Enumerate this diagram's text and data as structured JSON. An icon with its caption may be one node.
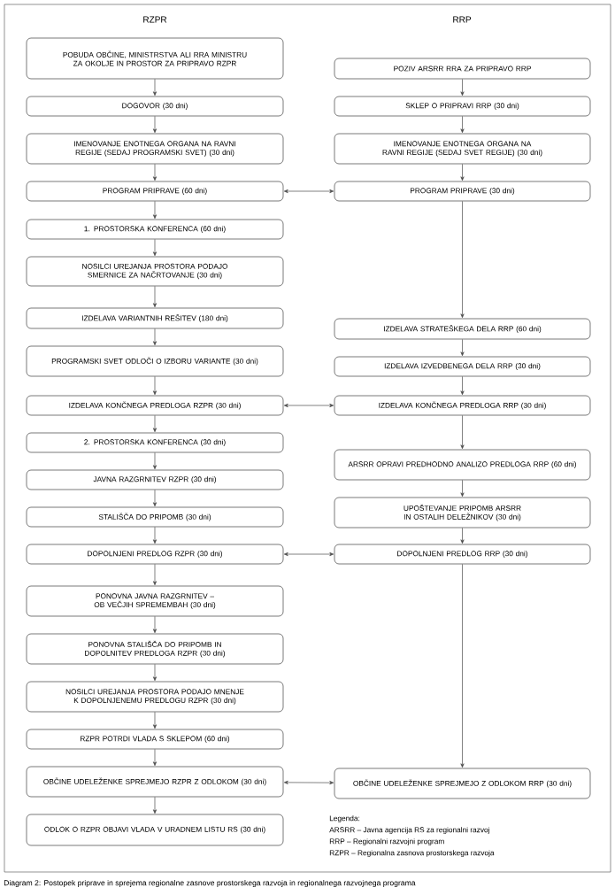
{
  "diagram": {
    "caption": "Diagram 2: Postopek priprave in sprejema regionalne zasnove prostorskega razvoja in regionalnega razvojnega programa",
    "nodes": [
      {
        "text": [
          "POBUDA OBČINE, MINISTRSTVA ALI RRA MINISTRU ZA OKOLJE IN PROSTOR ZA PRIPRAVO RZPR"
        ]
      },
      {
        "text": [
          "DOGOVOR (30 dni)"
        ]
      },
      {
        "text": [
          "IMENOVANJE ENOTNEGA ORGANA NA RAVNI REGIJE (SEDAJ PROGRAMSKI SVET) (30 dni)"
        ]
      },
      {
        "text": [
          "PROGRAM PRIPRAVE (60 dni)"
        ]
      },
      {
        "text": [
          "1. PROSTORSKA KONFERENCA (60 dni)"
        ]
      },
      {
        "text": [
          "NOSILCI UREJANJA PROSTORA PODAJO SMERNICE ZA NAČRTOVANJE (30 dni)"
        ]
      },
      {
        "text": [
          "IZDELAVA VARIANTNIH REŠITEV (180 dni)"
        ]
      },
      {
        "text": [
          "PROGRAMSKI SVET ODLOČI O IZBORU VARIANTE (30 dni)"
        ]
      },
      {
        "text": [
          "IZDELAVA KONČNEGA PREDLOGA RZPR (30 dni)"
        ]
      },
      {
        "text": [
          "2. PROSTORSKA KONFERENCA (30 dni)"
        ]
      },
      {
        "text": [
          "JAVNA RAZGRNITEV RZPR (30 dni)"
        ]
      },
      {
        "text": [
          "STALIŠČA DO PRIPOMB (30 dni)"
        ]
      },
      {
        "text": [
          "DOPOLNJENI PREDLOG RZPR (30 dni)"
        ]
      },
      {
        "text": [
          "PONOVNA JAVNA RAZGRNITEV – OB VEČJIH SPREMEMBAH (30 dni)"
        ]
      },
      {
        "text": [
          "PONOVNA STALIŠČA DO PRIPOMB IN DOPOLNITEV PREDLOGA RZPR (30 dni)"
        ]
      },
      {
        "text": [
          "NOSILCI UREJANJA PROSTORA PODAJO MNENJE K DOPOLNJENEMU PREDLOGU RZPR (30 dni)"
        ]
      },
      {
        "text": [
          "RZPR POTRDI VLADA S SKLEPOM (60 dni)"
        ]
      },
      {
        "text": [
          "OBČINE UDELEŽENKE SPREJMEJO RZPR Z ODLOKOM (30 dni)"
        ]
      },
      {
        "text": [
          "ODLOK O RZPR OBJAVI VLADA V URADNEM LISTU RS (30 dni)"
        ]
      },
      {
        "text": [
          "POZIV ARSRR RRA ZA PRIPRAVO RRP"
        ]
      },
      {
        "text": [
          "SKLEP O PRIPRAVI RRP (30 dni)"
        ]
      },
      {
        "text": [
          "IMENOVANJE ENOTNEGA ORGANA NA RAVNI REGIJE (SEDAJ SVET REGIJE) (30 dni)"
        ]
      },
      {
        "text": [
          "PROGRAM PRIPRAVE (30 dni)"
        ]
      },
      {
        "text": [
          "IZDELAVA STRATEŠKEGA DELA RRP (60 dni)"
        ]
      },
      {
        "text": [
          "IZDELAVA IZVEDBENEGA DELA RRP (30 dni)"
        ]
      },
      {
        "text": [
          "IZDELAVA KONČNEGA PREDLOGA RRP (30 dni)"
        ]
      },
      {
        "text": [
          "ARSRR OPRAVI PREDHODNO ANALIZO PREDLOGA RRP (60 dni)"
        ]
      },
      {
        "text": [
          "UPOŠTEVANJE PRIPOMB ARSRR IN OSTALIH DELEŽNIKOV (30 dni)"
        ]
      },
      {
        "text": [
          "DOPOLNJENI PREDLOG RRP (30 dni)"
        ]
      },
      {
        "text": [
          "OBČINE UDELEŽENKE SPREJMEJO Z ODLOKOM RRP (30 dni)"
        ]
      }
    ],
    "edges": [
      {
        "from": 0,
        "to": 1,
        "arrow": "to"
      },
      {
        "from": 1,
        "to": 2,
        "arrow": "to"
      },
      {
        "from": 2,
        "to": 3,
        "arrow": "to"
      },
      {
        "from": 3,
        "to": 4,
        "arrow": "to"
      },
      {
        "from": 4,
        "to": 5,
        "arrow": "to"
      },
      {
        "from": 5,
        "to": 6,
        "arrow": "to"
      },
      {
        "from": 6,
        "to": 7,
        "arrow": "to"
      },
      {
        "from": 7,
        "to": 8,
        "arrow": "to"
      },
      {
        "from": 8,
        "to": 9,
        "arrow": "to"
      },
      {
        "from": 9,
        "to": 10,
        "arrow": "to"
      },
      {
        "from": 10,
        "to": 11,
        "arrow": "to"
      },
      {
        "from": 11,
        "to": 12,
        "arrow": "to"
      },
      {
        "from": 12,
        "to": 13,
        "arrow": "to"
      },
      {
        "from": 13,
        "to": 14,
        "arrow": "to"
      },
      {
        "from": 14,
        "to": 15,
        "arrow": "to"
      },
      {
        "from": 15,
        "to": 16,
        "arrow": "to"
      },
      {
        "from": 16,
        "to": 17,
        "arrow": "to"
      },
      {
        "from": 17,
        "to": 18,
        "arrow": "to"
      },
      {
        "from": 19,
        "to": 20,
        "arrow": "to"
      },
      {
        "from": 20,
        "to": 21,
        "arrow": "to"
      },
      {
        "from": 21,
        "to": 22,
        "arrow": "to"
      },
      {
        "from": 22,
        "to": 23,
        "arrow": "to"
      },
      {
        "from": 23,
        "to": 24,
        "arrow": "to"
      },
      {
        "from": 24,
        "to": 25,
        "arrow": "to"
      },
      {
        "from": 25,
        "to": 26,
        "arrow": "to"
      },
      {
        "from": 26,
        "to": 27,
        "arrow": "to"
      },
      {
        "from": 27,
        "to": 28,
        "arrow": "to"
      },
      {
        "from": 28,
        "to": 29,
        "arrow": "to"
      },
      {
        "from": 3,
        "to": 22,
        "arrow": "both"
      },
      {
        "from": 8,
        "to": 25,
        "arrow": "both"
      },
      {
        "from": 12,
        "to": 28,
        "arrow": "both"
      },
      {
        "from": 17,
        "to": 29,
        "arrow": "both"
      }
    ],
    "labels": [
      "RZPR",
      "RRP",
      "Legenda:",
      "ARSRR – Javna agencija RS za regionalni razvoj",
      "RRP – Regionalni razvojni program",
      "RZPR – Regionalna zasnova prostorskega razvoja"
    ]
  }
}
